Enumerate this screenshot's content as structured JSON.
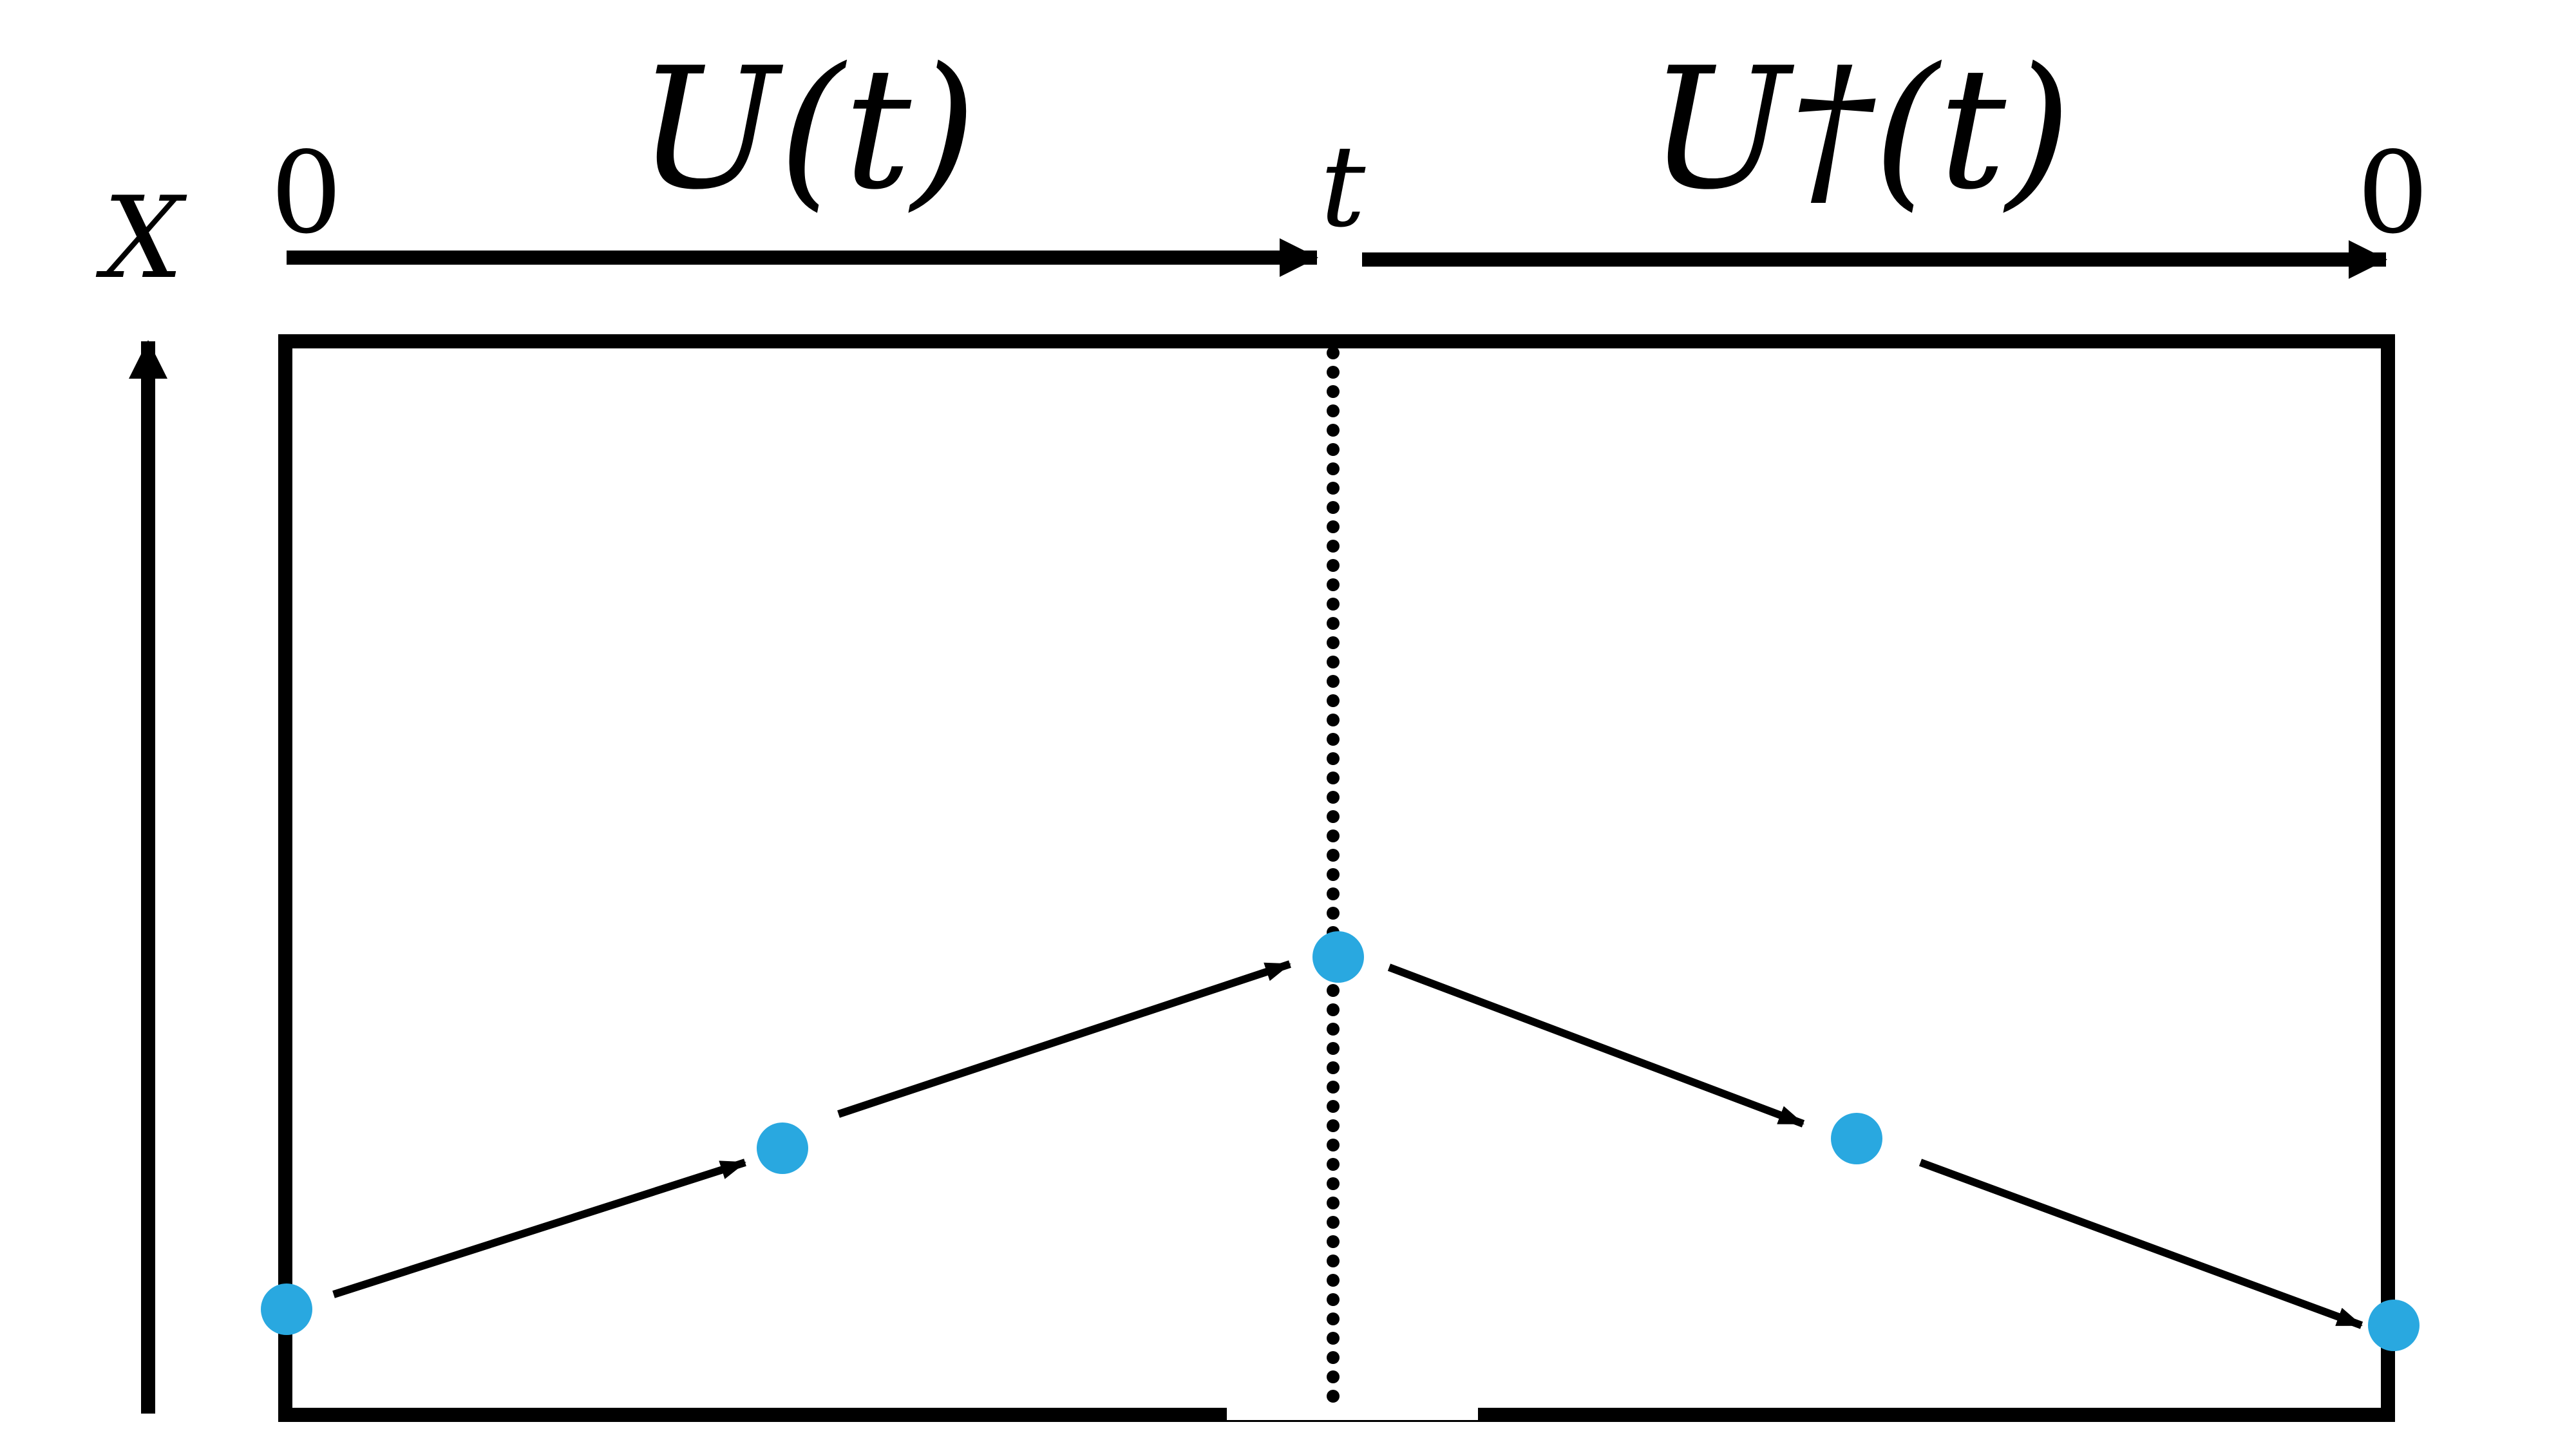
{
  "labels": {
    "axis_label": "X",
    "forward_operator": "U(t)",
    "backward_operator": "U†(t)",
    "time_start": "0",
    "time_mid": "t",
    "time_end": "0"
  },
  "colors": {
    "ink": "#000000",
    "point": "#29A8E0",
    "background": "#FFFFFF"
  }
}
